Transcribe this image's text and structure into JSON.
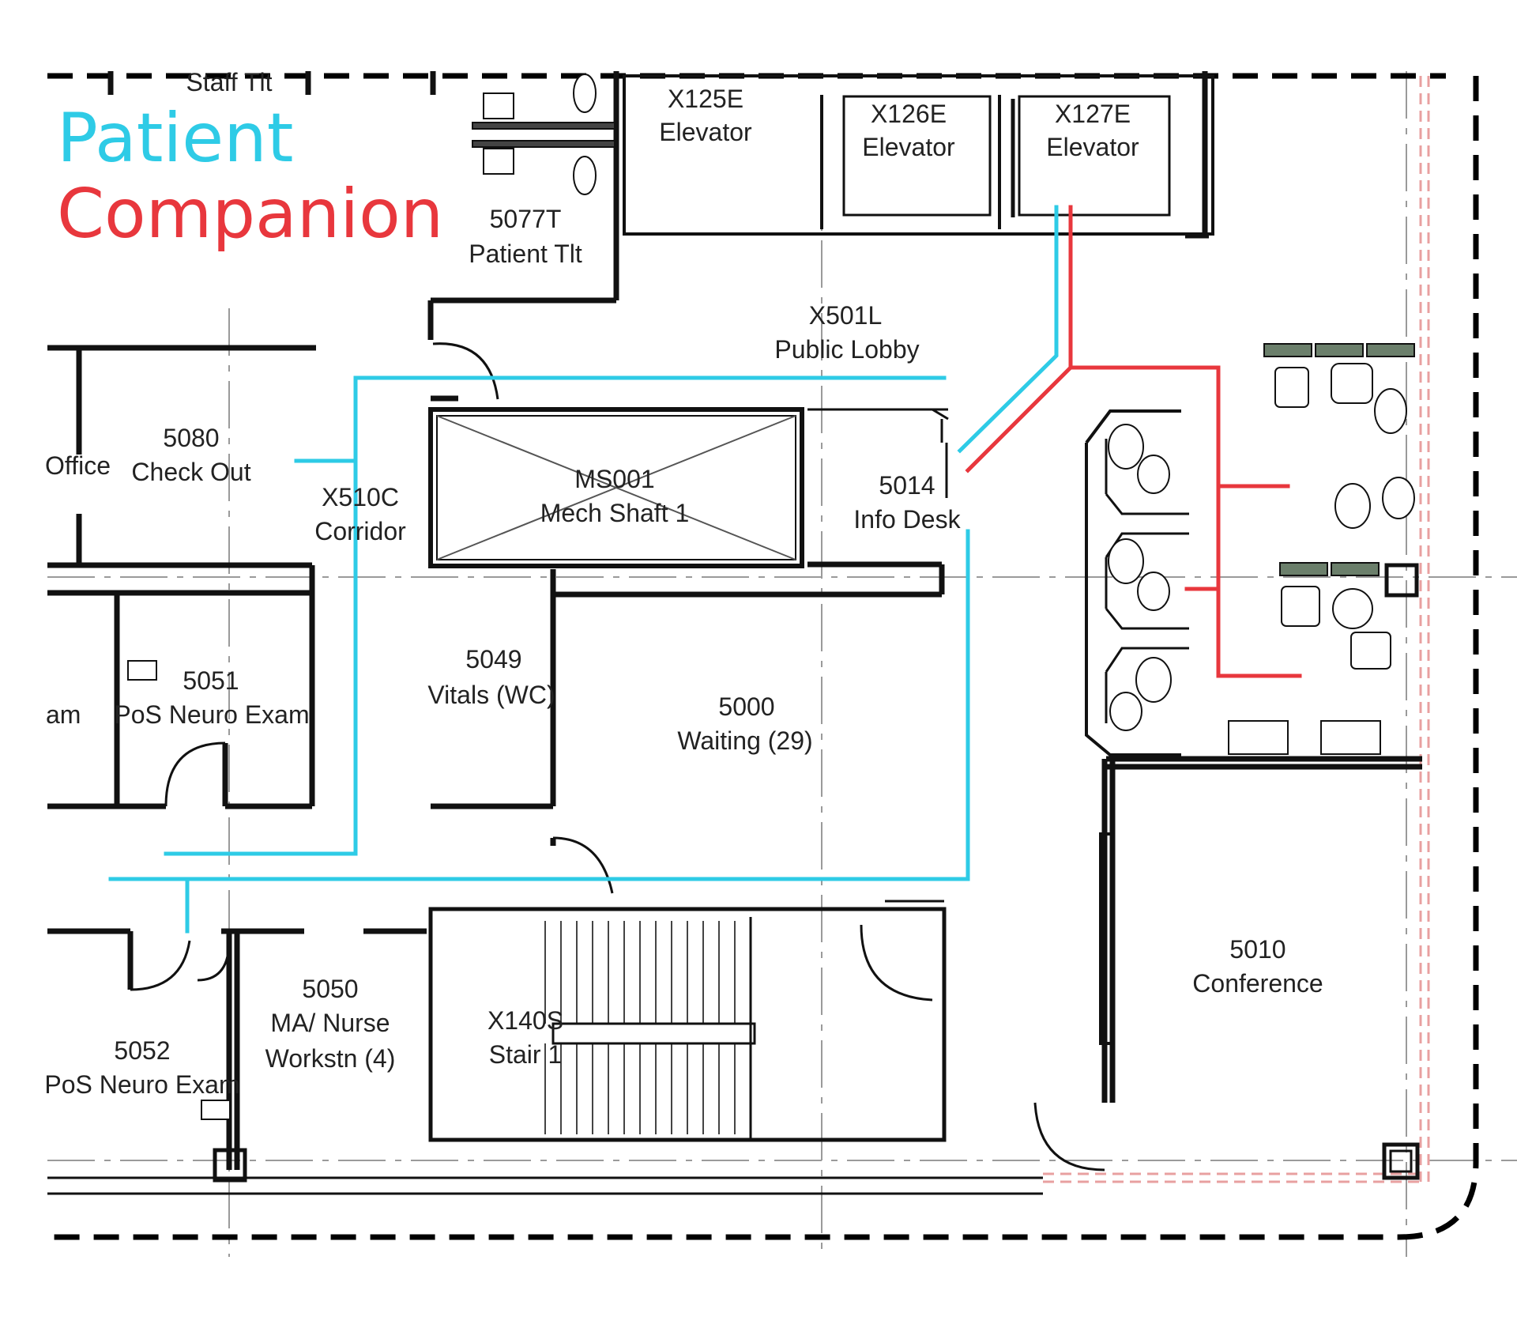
{
  "legend": {
    "patient": {
      "label": "Patient",
      "color": "#2ecbe6"
    },
    "companion": {
      "label": "Companion",
      "color": "#e8373d"
    }
  },
  "colors": {
    "wall": "#111111",
    "grid": "#9a9a9a",
    "property_line": "#000000",
    "window_red": "#e8a0a0",
    "planter": "#6b7f6b"
  },
  "rooms": {
    "staff_tlt": "Staff Tlt",
    "r5077t": {
      "number": "5077T",
      "name": "Patient Tlt"
    },
    "x125e": {
      "number": "X125E",
      "name": "Elevator"
    },
    "x126e": {
      "number": "X126E",
      "name": "Elevator"
    },
    "x127e": {
      "number": "X127E",
      "name": "Elevator"
    },
    "x501l": {
      "number": "X501L",
      "name": "Public Lobby"
    },
    "r5080": {
      "number": "5080",
      "name": "Check Out"
    },
    "office": "Office",
    "x510c": {
      "number": "X510C",
      "name": "Corridor"
    },
    "ms001": {
      "number": "MS001",
      "name": "Mech Shaft 1"
    },
    "r5014": {
      "number": "5014",
      "name": "Info Desk"
    },
    "r5051": {
      "number": "5051",
      "name": "PoS Neuro Exam"
    },
    "exam_partial": "am",
    "r5049": {
      "number": "5049",
      "name": "Vitals (WC)"
    },
    "r5000": {
      "number": "5000",
      "name": "Waiting (29)"
    },
    "r5050": {
      "number": "5050",
      "name_line1": "MA/ Nurse",
      "name_line2": "Workstn (4)"
    },
    "r5052": {
      "number": "5052",
      "name": "PoS Neuro Exam"
    },
    "x140s": {
      "number": "X140S",
      "name": "Stair 1"
    },
    "r5010": {
      "number": "5010",
      "name": "Conference"
    }
  }
}
